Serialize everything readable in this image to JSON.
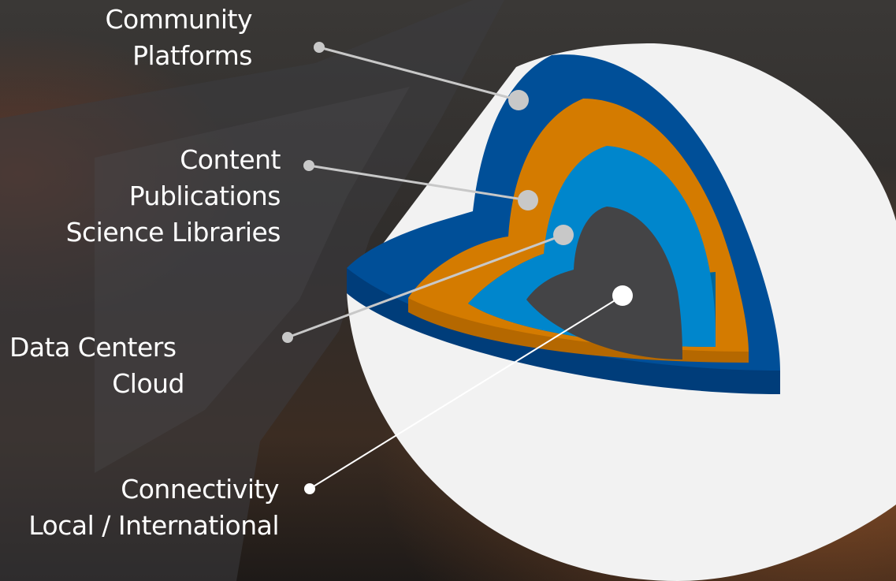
{
  "diagram": {
    "layers": [
      {
        "id": "community",
        "lines": [
          "Community",
          "Platforms"
        ],
        "color": "#004f98",
        "side_color": "#003d7a"
      },
      {
        "id": "content",
        "lines": [
          "Content",
          "Publications",
          "Science Libraries"
        ],
        "color": "#d47b00",
        "side_color": "#b56800"
      },
      {
        "id": "datacenters",
        "lines": [
          "Data Centers",
          "Cloud"
        ],
        "color": "#0086cc",
        "side_color": "#006699"
      },
      {
        "id": "connectivity",
        "lines": [
          "Connectivity",
          "Local / International"
        ],
        "color": "#444446",
        "side_color": "#3a3a3c"
      }
    ],
    "sphere_color": "#f2f2f2",
    "connector_color": "#c8c8c8",
    "core_dot_color": "#ffffff"
  }
}
